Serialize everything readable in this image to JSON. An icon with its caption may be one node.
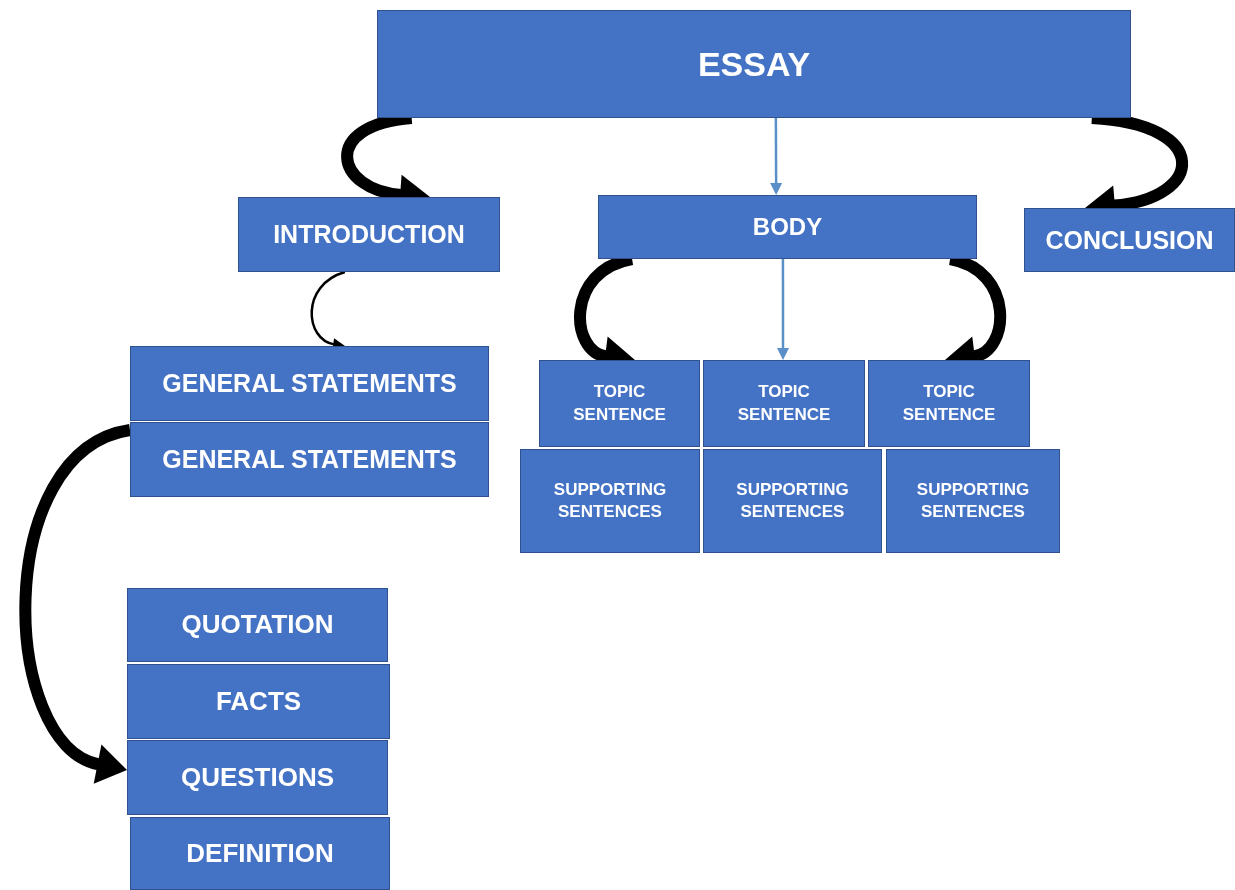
{
  "diagram": {
    "nodes": [
      {
        "text": [
          "ESSAY"
        ]
      },
      {
        "text": [
          "INTRODUCTION"
        ]
      },
      {
        "text": [
          "BODY"
        ]
      },
      {
        "text": [
          "CONCLUSION"
        ]
      },
      {
        "text": [
          "GENERAL STATEMENTS"
        ]
      },
      {
        "text": [
          "GENERAL STATEMENTS"
        ]
      },
      {
        "text": [
          "TOPIC SENTENCE"
        ]
      },
      {
        "text": [
          "TOPIC SENTENCE"
        ]
      },
      {
        "text": [
          "TOPIC SENTENCE"
        ]
      },
      {
        "text": [
          "SUPPORTING SENTENCES"
        ]
      },
      {
        "text": [
          "SUPPORTING SENTENCES"
        ]
      },
      {
        "text": [
          "SUPPORTING SENTENCES"
        ]
      },
      {
        "text": [
          "QUOTATION"
        ]
      },
      {
        "text": [
          "FACTS"
        ]
      },
      {
        "text": [
          "QUESTIONS"
        ]
      },
      {
        "text": [
          "DEFINITION"
        ]
      }
    ],
    "edges": [
      {
        "from": 0,
        "to": 1,
        "arrow": "to"
      },
      {
        "from": 0,
        "to": 2,
        "arrow": "to",
        "color": "#5b8fc7"
      },
      {
        "from": 0,
        "to": 3,
        "arrow": "to"
      },
      {
        "from": 1,
        "to": 4,
        "arrow": "to"
      },
      {
        "from": 2,
        "to": 6,
        "arrow": "to"
      },
      {
        "from": 2,
        "to": 7,
        "arrow": "to",
        "color": "#5b8fc7"
      },
      {
        "from": 2,
        "to": 8,
        "arrow": "to"
      },
      {
        "from": 5,
        "to": 14,
        "arrow": "to"
      }
    ]
  }
}
